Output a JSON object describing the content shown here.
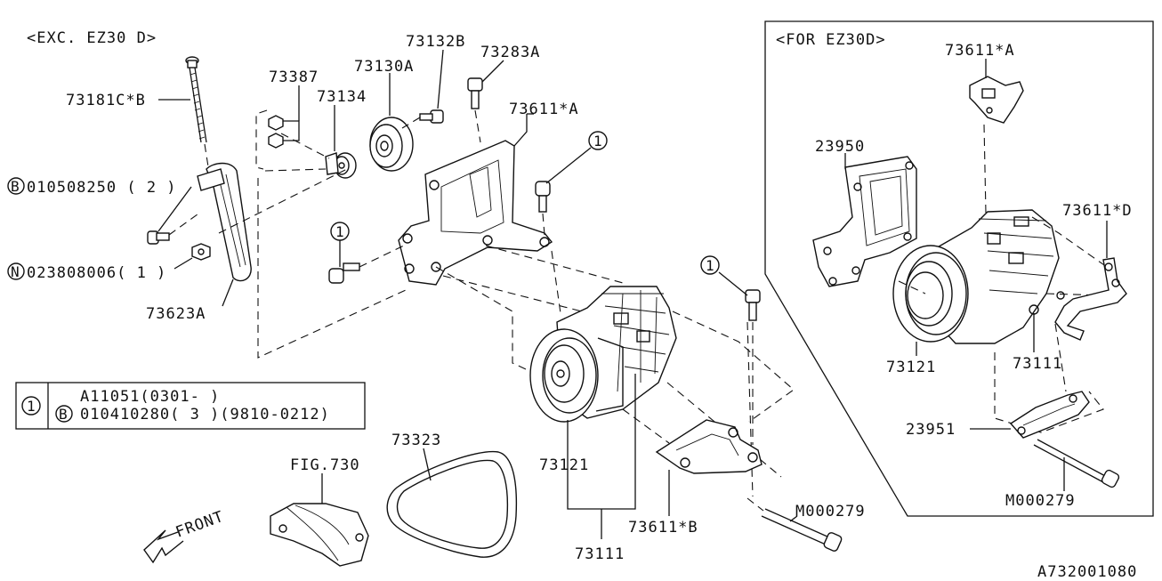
{
  "panel_left": {
    "title": "<EXC. EZ30 D>"
  },
  "panel_right": {
    "title": "<FOR EZ30D>"
  },
  "labels": {
    "p73181CB": "73181C*B",
    "p73387": "73387",
    "p73130A": "73130A",
    "p73132B": "73132B",
    "p73283A": "73283A",
    "p73134": "73134",
    "p73611A_left": "73611*A",
    "circle1": "1",
    "b010508250": "010508250 ( 2 )",
    "n023808006": "023808006( 1 )",
    "p73623A": "73623A",
    "p73121_left": "73121",
    "p73111_left": "73111",
    "p73611B": "73611*B",
    "m000279_left": "M000279",
    "p73323": "73323",
    "fig730": "FIG.730",
    "front": "FRONT",
    "p73611A_right": "73611*A",
    "p23950": "23950",
    "p73611D": "73611*D",
    "p73121_right": "73121",
    "p73111_right": "73111",
    "p23951": "23951",
    "m000279_right": "M000279"
  },
  "legend": {
    "key": "1",
    "row1": "A11051(0301-      )",
    "row2": "010410280( 3 )(9810-0212)",
    "b_symbol": "B"
  },
  "symbols": {
    "b": "B",
    "n": "N"
  },
  "footer": {
    "code": "A732001080"
  }
}
